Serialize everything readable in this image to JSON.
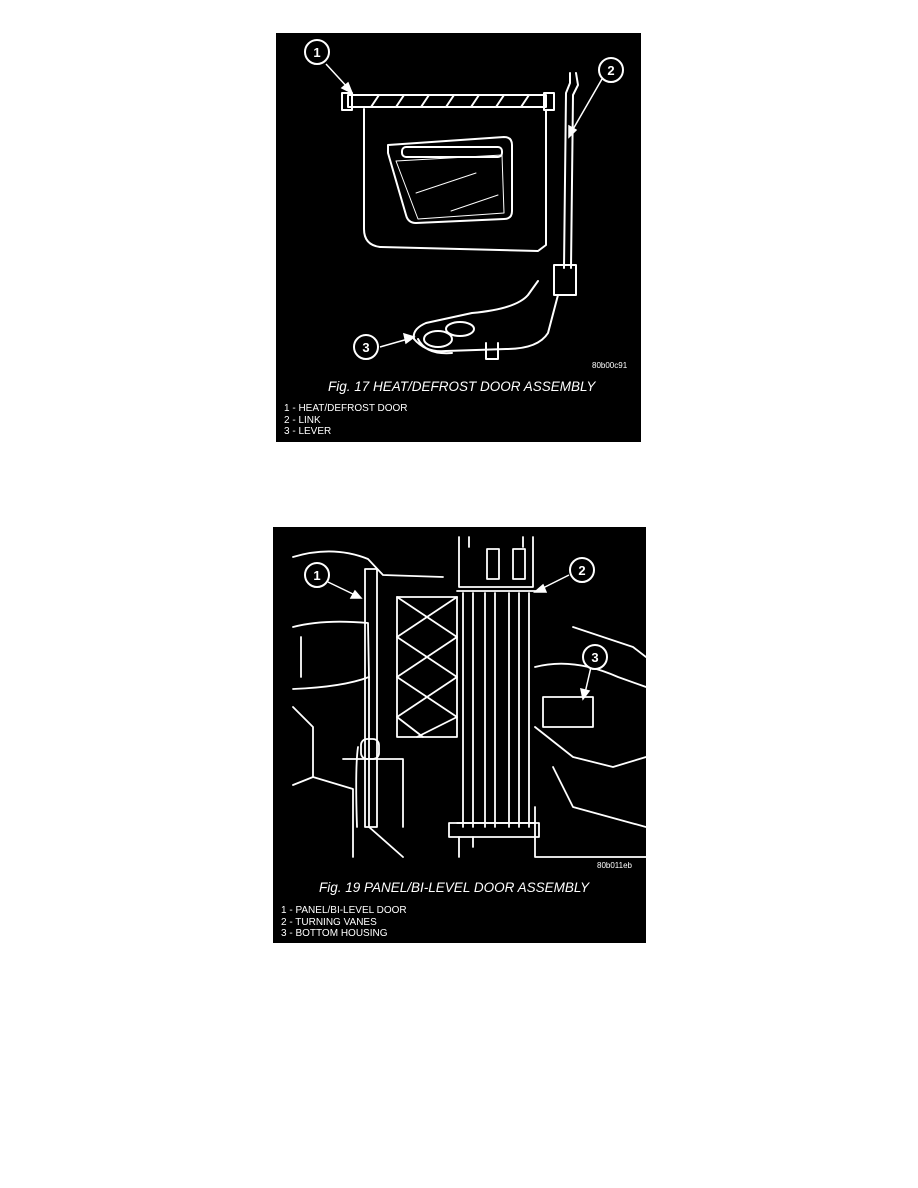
{
  "figures": [
    {
      "image_code": "80b00c91",
      "caption": "Fig. 17 HEAT/DEFROST DOOR ASSEMBLY",
      "callouts": [
        "1",
        "2",
        "3"
      ],
      "legend": [
        "1 - HEAT/DEFROST DOOR",
        "2 - LINK",
        "3 - LEVER"
      ]
    },
    {
      "image_code": "80b011eb",
      "caption": "Fig. 19 PANEL/BI-LEVEL DOOR ASSEMBLY",
      "callouts": [
        "1",
        "2",
        "3"
      ],
      "legend": [
        "1 - PANEL/BI-LEVEL DOOR",
        "2 - TURNING VANES",
        "3 - BOTTOM HOUSING"
      ]
    }
  ]
}
